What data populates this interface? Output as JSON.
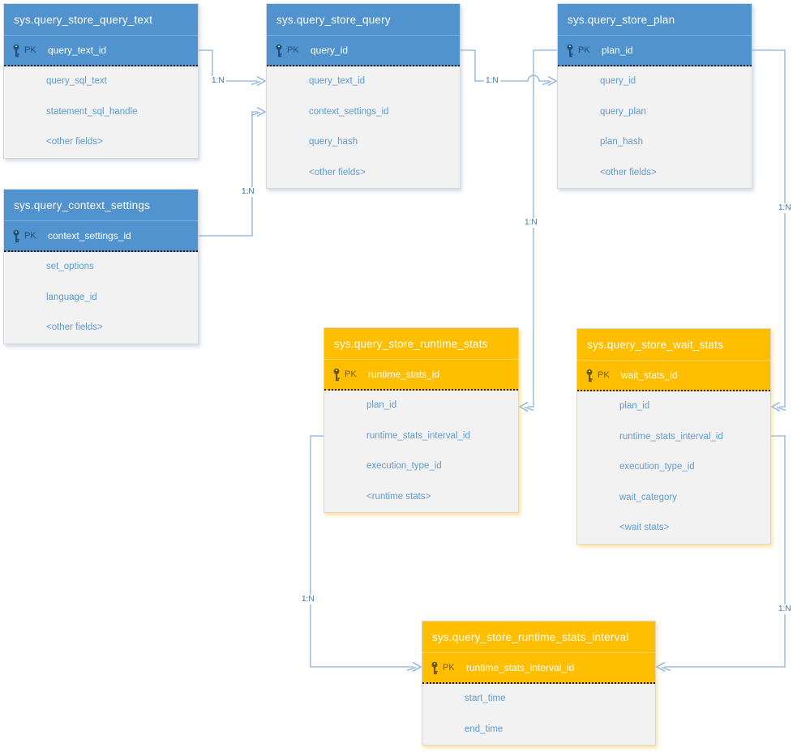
{
  "labels": {
    "pk": "PK"
  },
  "tables": [
    {
      "name": "sys.query_store_query_text",
      "pk": "query_text_id",
      "fields": [
        "query_sql_text",
        "statement_sql_handle",
        "<other fields>"
      ]
    },
    {
      "name": "sys.query_store_query",
      "pk": "query_id",
      "fields": [
        "query_text_id",
        "context_settings_id",
        "query_hash",
        "<other fields>"
      ]
    },
    {
      "name": "sys.query_store_plan",
      "pk": "plan_id",
      "fields": [
        "query_id",
        "query_plan",
        "plan_hash",
        "<other fields>"
      ]
    },
    {
      "name": "sys.query_context_settings",
      "pk": "context_settings_id",
      "fields": [
        "set_options",
        "language_id",
        "<other fields>"
      ]
    },
    {
      "name": "sys.query_store_runtime_stats",
      "pk": "runtime_stats_id",
      "fields": [
        "plan_id",
        "runtime_stats_interval_id",
        "execution_type_id",
        "<runtime stats>"
      ]
    },
    {
      "name": "sys.query_store_wait_stats",
      "pk": "wait_stats_id",
      "fields": [
        "plan_id",
        "runtime_stats_interval_id",
        "execution_type_id",
        "wait_category",
        "<wait stats>"
      ]
    },
    {
      "name": "sys.query_store_runtime_stats_interval",
      "pk": "runtime_stats_interval_id",
      "fields": [
        "start_time",
        "end_time"
      ]
    }
  ],
  "relations": [
    {
      "label": "1:N",
      "from": "sys.query_store_query_text.query_text_id",
      "to": "sys.query_store_query.query_text_id"
    },
    {
      "label": "1:N",
      "from": "sys.query_context_settings.context_settings_id",
      "to": "sys.query_store_query.context_settings_id"
    },
    {
      "label": "1:N",
      "from": "sys.query_store_query.query_id",
      "to": "sys.query_store_plan.query_id"
    },
    {
      "label": "1:N",
      "from": "sys.query_store_plan.plan_id",
      "to": "sys.query_store_runtime_stats.plan_id"
    },
    {
      "label": "1:N",
      "from": "sys.query_store_plan.plan_id",
      "to": "sys.query_store_wait_stats.plan_id"
    },
    {
      "label": "1:N",
      "from": "sys.query_store_runtime_stats_interval.runtime_stats_interval_id",
      "to": "sys.query_store_runtime_stats.runtime_stats_interval_id"
    },
    {
      "label": "1:N",
      "from": "sys.query_store_runtime_stats_interval.runtime_stats_interval_id",
      "to": "sys.query_store_wait_stats.runtime_stats_interval_id"
    }
  ],
  "colors": {
    "blue_header": "#5093CE",
    "orange_header": "#FFBE00",
    "field_text": "#5E9CD3",
    "connector": "#8AB2DF",
    "body_background": "#F2F2F2"
  }
}
